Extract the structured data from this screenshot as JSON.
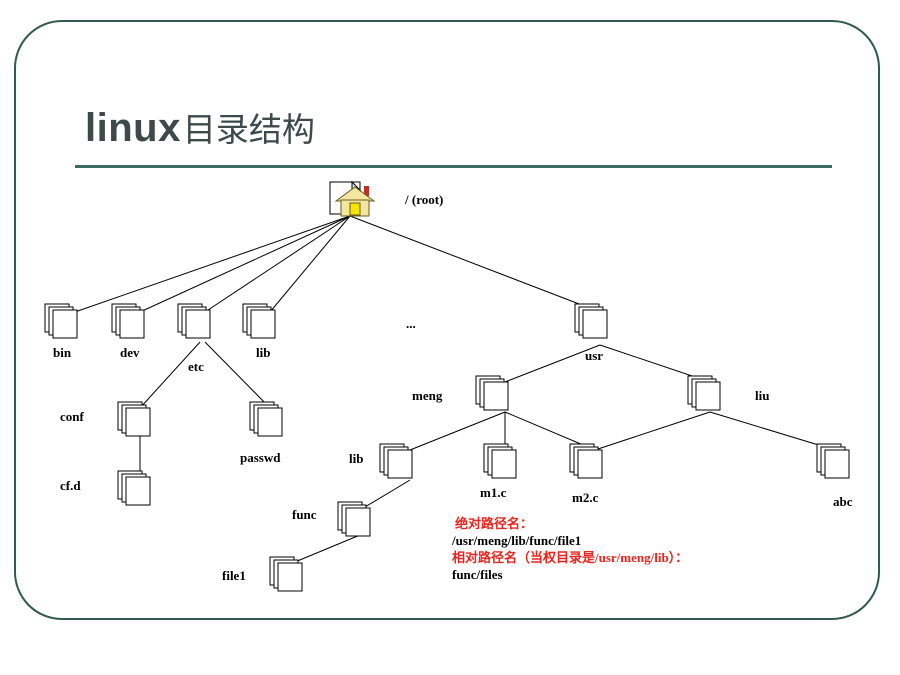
{
  "slide": {
    "title_latin": "linux",
    "title_cjk": "目录结构"
  },
  "tree": {
    "root_label": "/ (root)",
    "ellipsis": "...",
    "nodes": {
      "bin": "bin",
      "dev": "dev",
      "etc": "etc",
      "lib": "lib",
      "usr": "usr",
      "conf": "conf",
      "cfd": "cf.d",
      "passwd": "passwd",
      "meng": "meng",
      "liu": "liu",
      "lib2": "lib",
      "m1c": "m1.c",
      "m2c": "m2.c",
      "abc": "abc",
      "func": "func",
      "file1": "file1"
    }
  },
  "notes": {
    "abs_label": "绝对路径名：",
    "abs_path": "/usr/meng/lib/func/file1",
    "rel_label": "相对路径名（当权目录是/usr/meng/lib）：",
    "rel_path": "func/files",
    "label_color": "#e8251f",
    "path_color": "#000000"
  },
  "colors": {
    "frame": "#2f5a4c",
    "rule": "#3a6b5c",
    "title": "#3e4a4a",
    "house_roof": "#f2e6a0",
    "house_door": "#f5e600",
    "chimney": "#c0302a"
  },
  "icons": {
    "root": "home-folder-icon",
    "dir": "folder-stack-icon"
  }
}
